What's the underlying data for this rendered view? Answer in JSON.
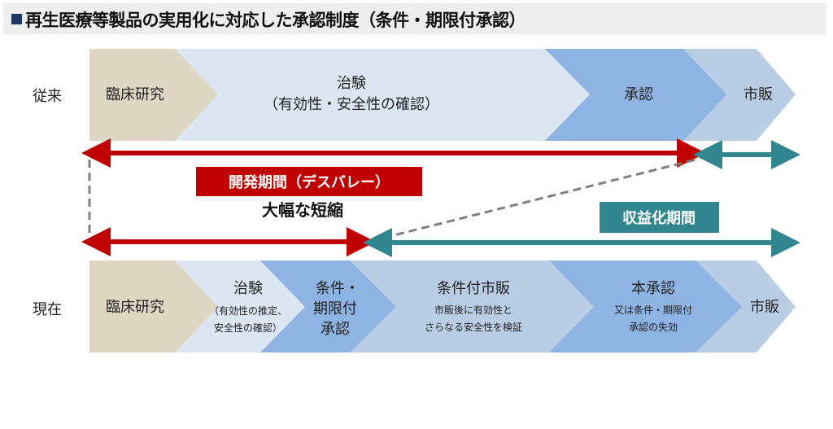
{
  "title": "再生医療等製品の実用化に対応した承認制度（条件・期限付承認）",
  "colors": {
    "tan": "#ddd7c3",
    "light": "#dce6f2",
    "medium": "#8eb4e3",
    "lighter": "#b9cde5",
    "red": "#c00000",
    "teal": "#31868f",
    "dash": "#808080"
  },
  "rows": {
    "conventional": {
      "label": "従来",
      "stages": [
        {
          "title": "臨床研究"
        },
        {
          "title": "治験",
          "sub": "（有効性・安全性の確認）"
        },
        {
          "title": "承認"
        },
        {
          "title": "市販"
        }
      ]
    },
    "current": {
      "label": "現在",
      "stages": [
        {
          "title": "臨床研究"
        },
        {
          "title": "治験",
          "sub1": "（有効性の推定、",
          "sub2": "安全性の確認）"
        },
        {
          "title1": "条件・",
          "title2": "期限付",
          "title3": "承認"
        },
        {
          "title": "条件付市販",
          "sub1": "市販後に有効性と",
          "sub2": "さらなる安全性を検証"
        },
        {
          "title": "本承認",
          "sub1": "又は条件・期限付",
          "sub2": "承認の失効"
        },
        {
          "title": "市販"
        }
      ]
    }
  },
  "annotations": {
    "development_period": "開発期間（デスバレー）",
    "shortening": "大幅な短縮",
    "revenue_period": "収益化期間"
  }
}
